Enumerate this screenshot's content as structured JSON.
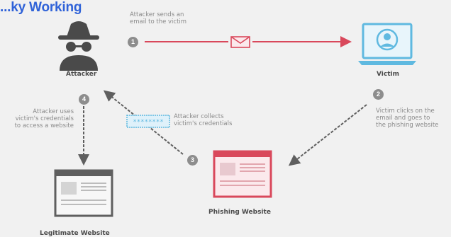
{
  "title": "...ky Working",
  "colors": {
    "attack": "#d9485b",
    "normal": "#7b7b7b",
    "victim": "#5fb9e0",
    "badge": "#8d8d8d"
  },
  "nodes": {
    "attacker": {
      "label": "Attacker",
      "icon": "spy-icon"
    },
    "victim": {
      "label": "Victim",
      "icon": "laptop-user-icon"
    },
    "phishing": {
      "label": "Phishing Website",
      "icon": "browser-window-icon"
    },
    "legit": {
      "label": "Legitimate Website",
      "icon": "browser-window-icon"
    }
  },
  "steps": [
    {
      "num": "1",
      "text": [
        "Attacker sends an",
        "email to the victim"
      ]
    },
    {
      "num": "2",
      "text": [
        "Victim clicks on the",
        "email and goes to",
        "the phishing website"
      ]
    },
    {
      "num": "3",
      "text": [
        "Attacker collects",
        "victim's credentials"
      ]
    },
    {
      "num": "4",
      "text": [
        "Attacker uses",
        "victim's credentials",
        "to access a website"
      ]
    }
  ],
  "icons": {
    "email": "envelope-icon",
    "credentials": "password-field-icon"
  }
}
